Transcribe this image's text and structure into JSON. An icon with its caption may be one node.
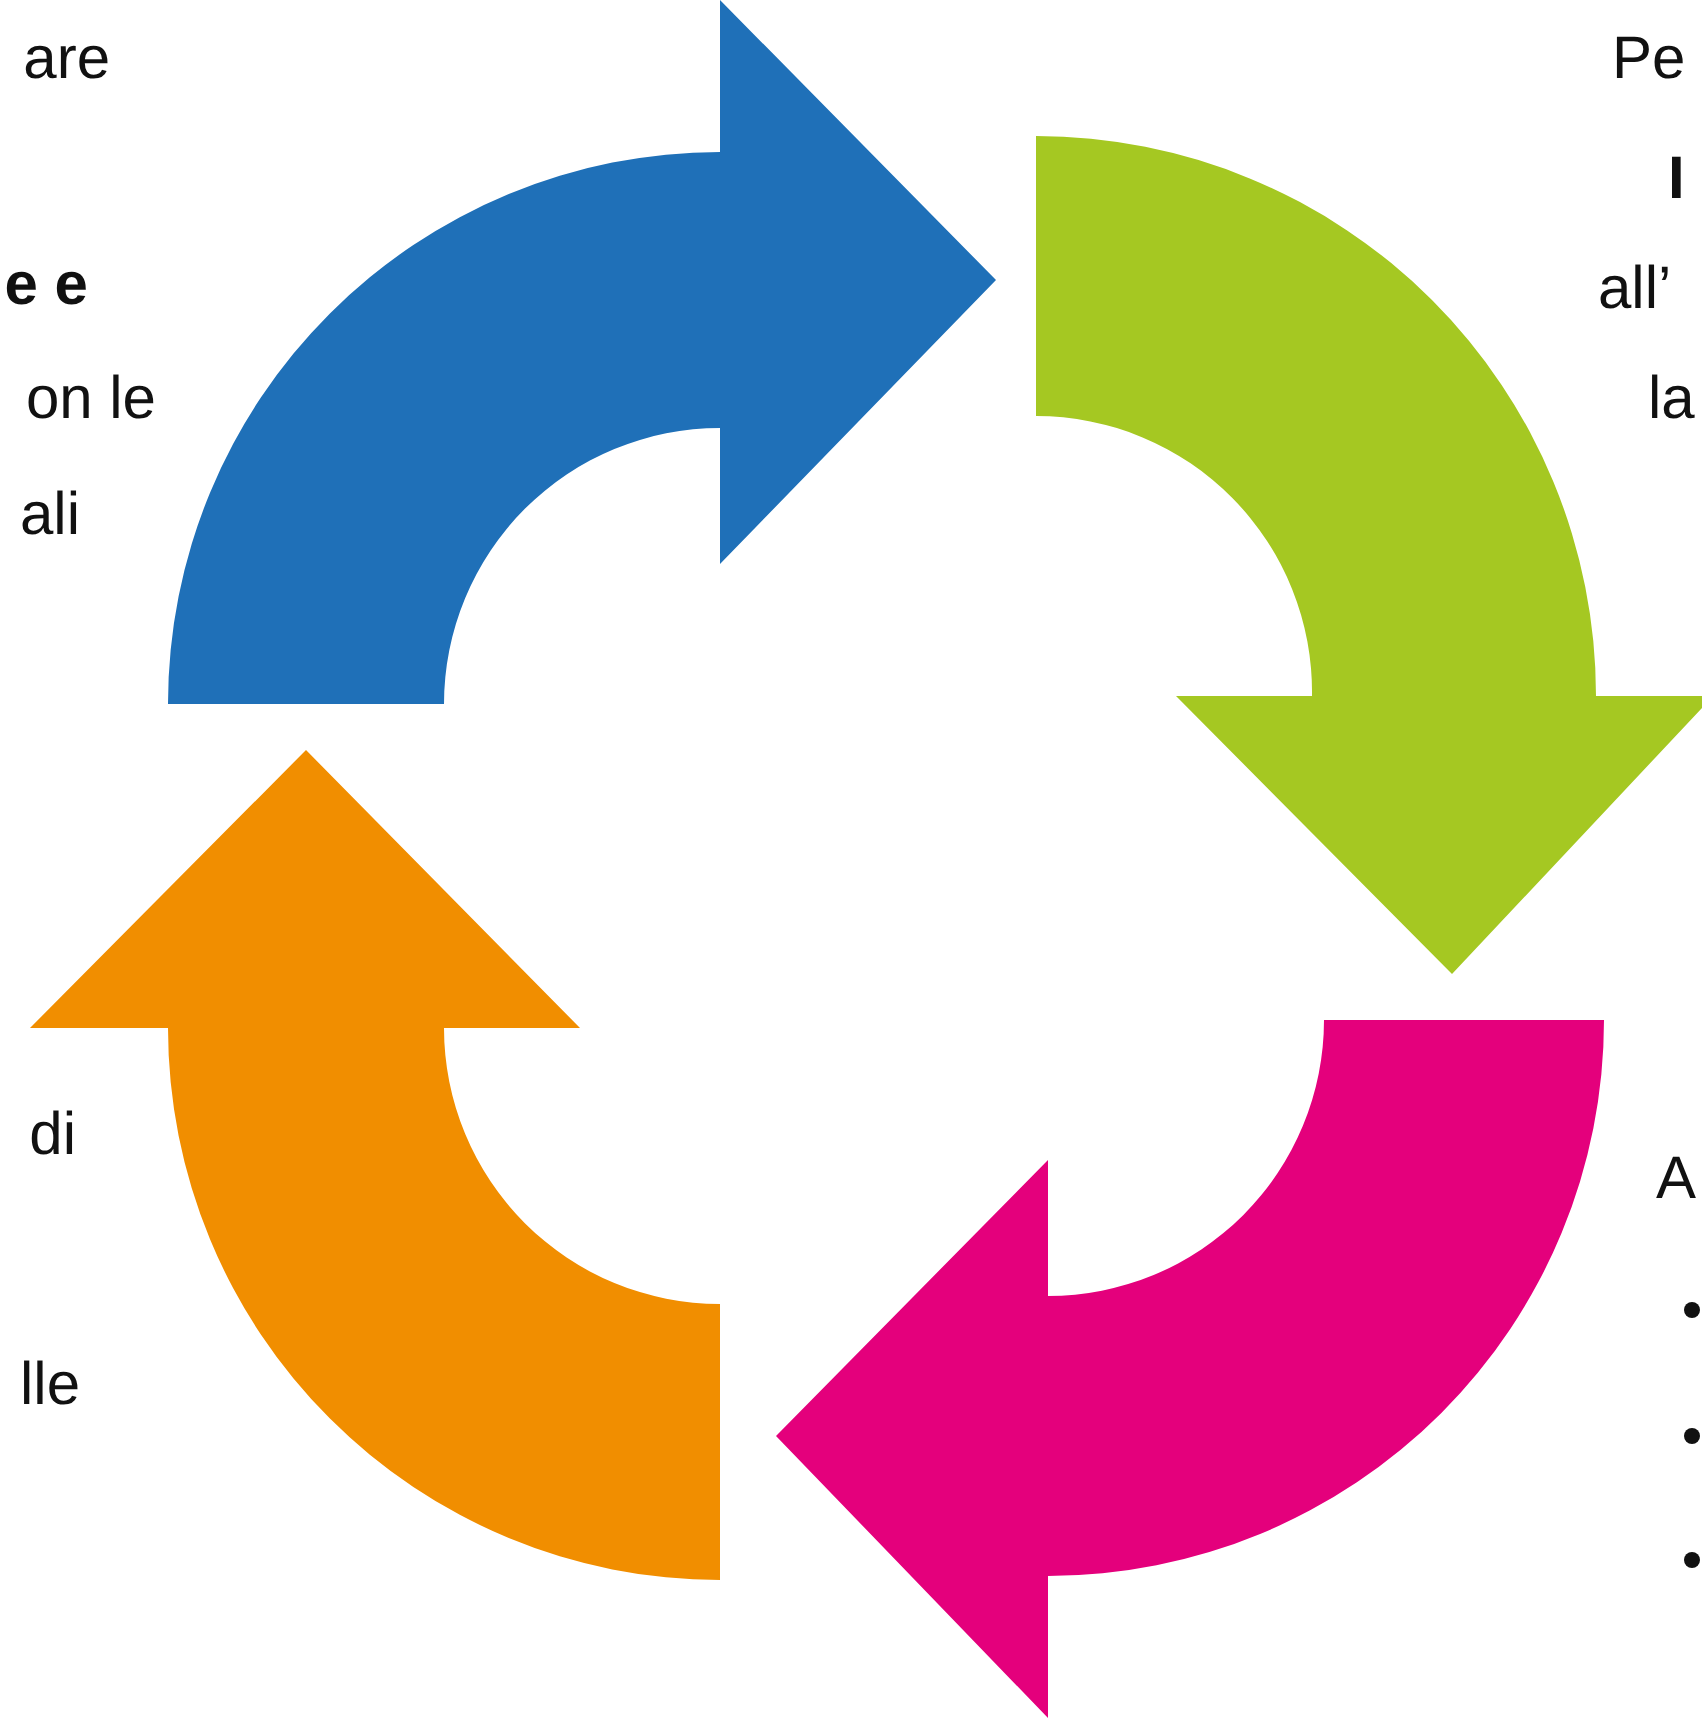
{
  "diagram": {
    "labels": [
      "are",
      "e e",
      "on le",
      "ali",
      "Pe",
      "I",
      "all’",
      "la",
      "di",
      "lle",
      "A"
    ]
  }
}
